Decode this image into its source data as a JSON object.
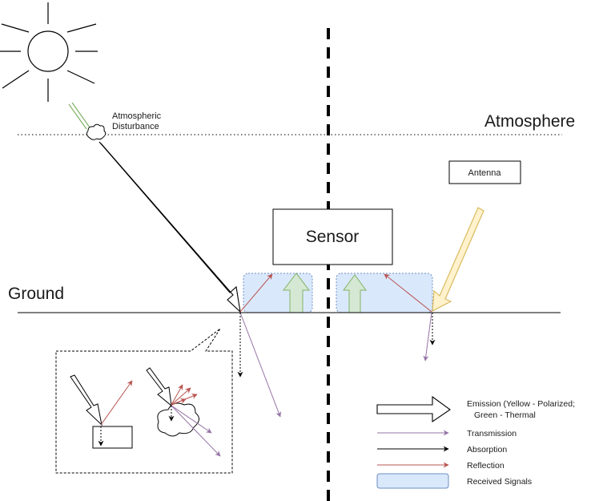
{
  "labels": {
    "atmosphere": "Atmosphere",
    "ground": "Ground",
    "sensor": "Sensor",
    "antenna": "Antenna",
    "disturbance_line1": "Atmospheric",
    "disturbance_line2": "Disturbance"
  },
  "legend": {
    "emission_line1": "Emission (Yellow - Polarized;",
    "emission_line2": "Green - Thermal",
    "transmission": "Transmission",
    "absorption": "Absorption",
    "reflection": "Reflection",
    "received": "Received Signals"
  },
  "colors": {
    "transmission": "#9673a6",
    "absorption": "#000000",
    "reflection": "#b85450",
    "received_fill": "#dae8fc",
    "received_stroke": "#6c8ebf",
    "polarized_fill": "#fff2cc",
    "polarized_stroke": "#d6b656",
    "thermal_fill": "#d5e8d4",
    "thermal_stroke": "#82b366"
  }
}
